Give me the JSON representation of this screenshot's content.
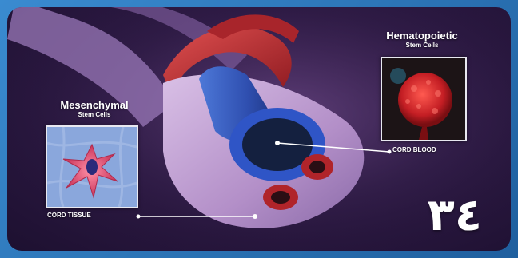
{
  "mesenchymal": {
    "title": "Mesenchymal",
    "subtitle": "Stem Cells",
    "callout": "CORD TISSUE"
  },
  "hematopoietic": {
    "title": "Hematopoietic",
    "subtitle": "Stem Cells",
    "callout": "CORD BLOOD"
  },
  "page_number": "٣٤",
  "colors": {
    "frame": "#2a78b5",
    "background": "#2e1a45",
    "cord_tissue": "#c7a6d9",
    "vein": "#2f4fb0",
    "artery": "#b0242a",
    "mesenchymal_cell": "#e04a6a",
    "hematopoietic_cell": "#c41e24"
  }
}
